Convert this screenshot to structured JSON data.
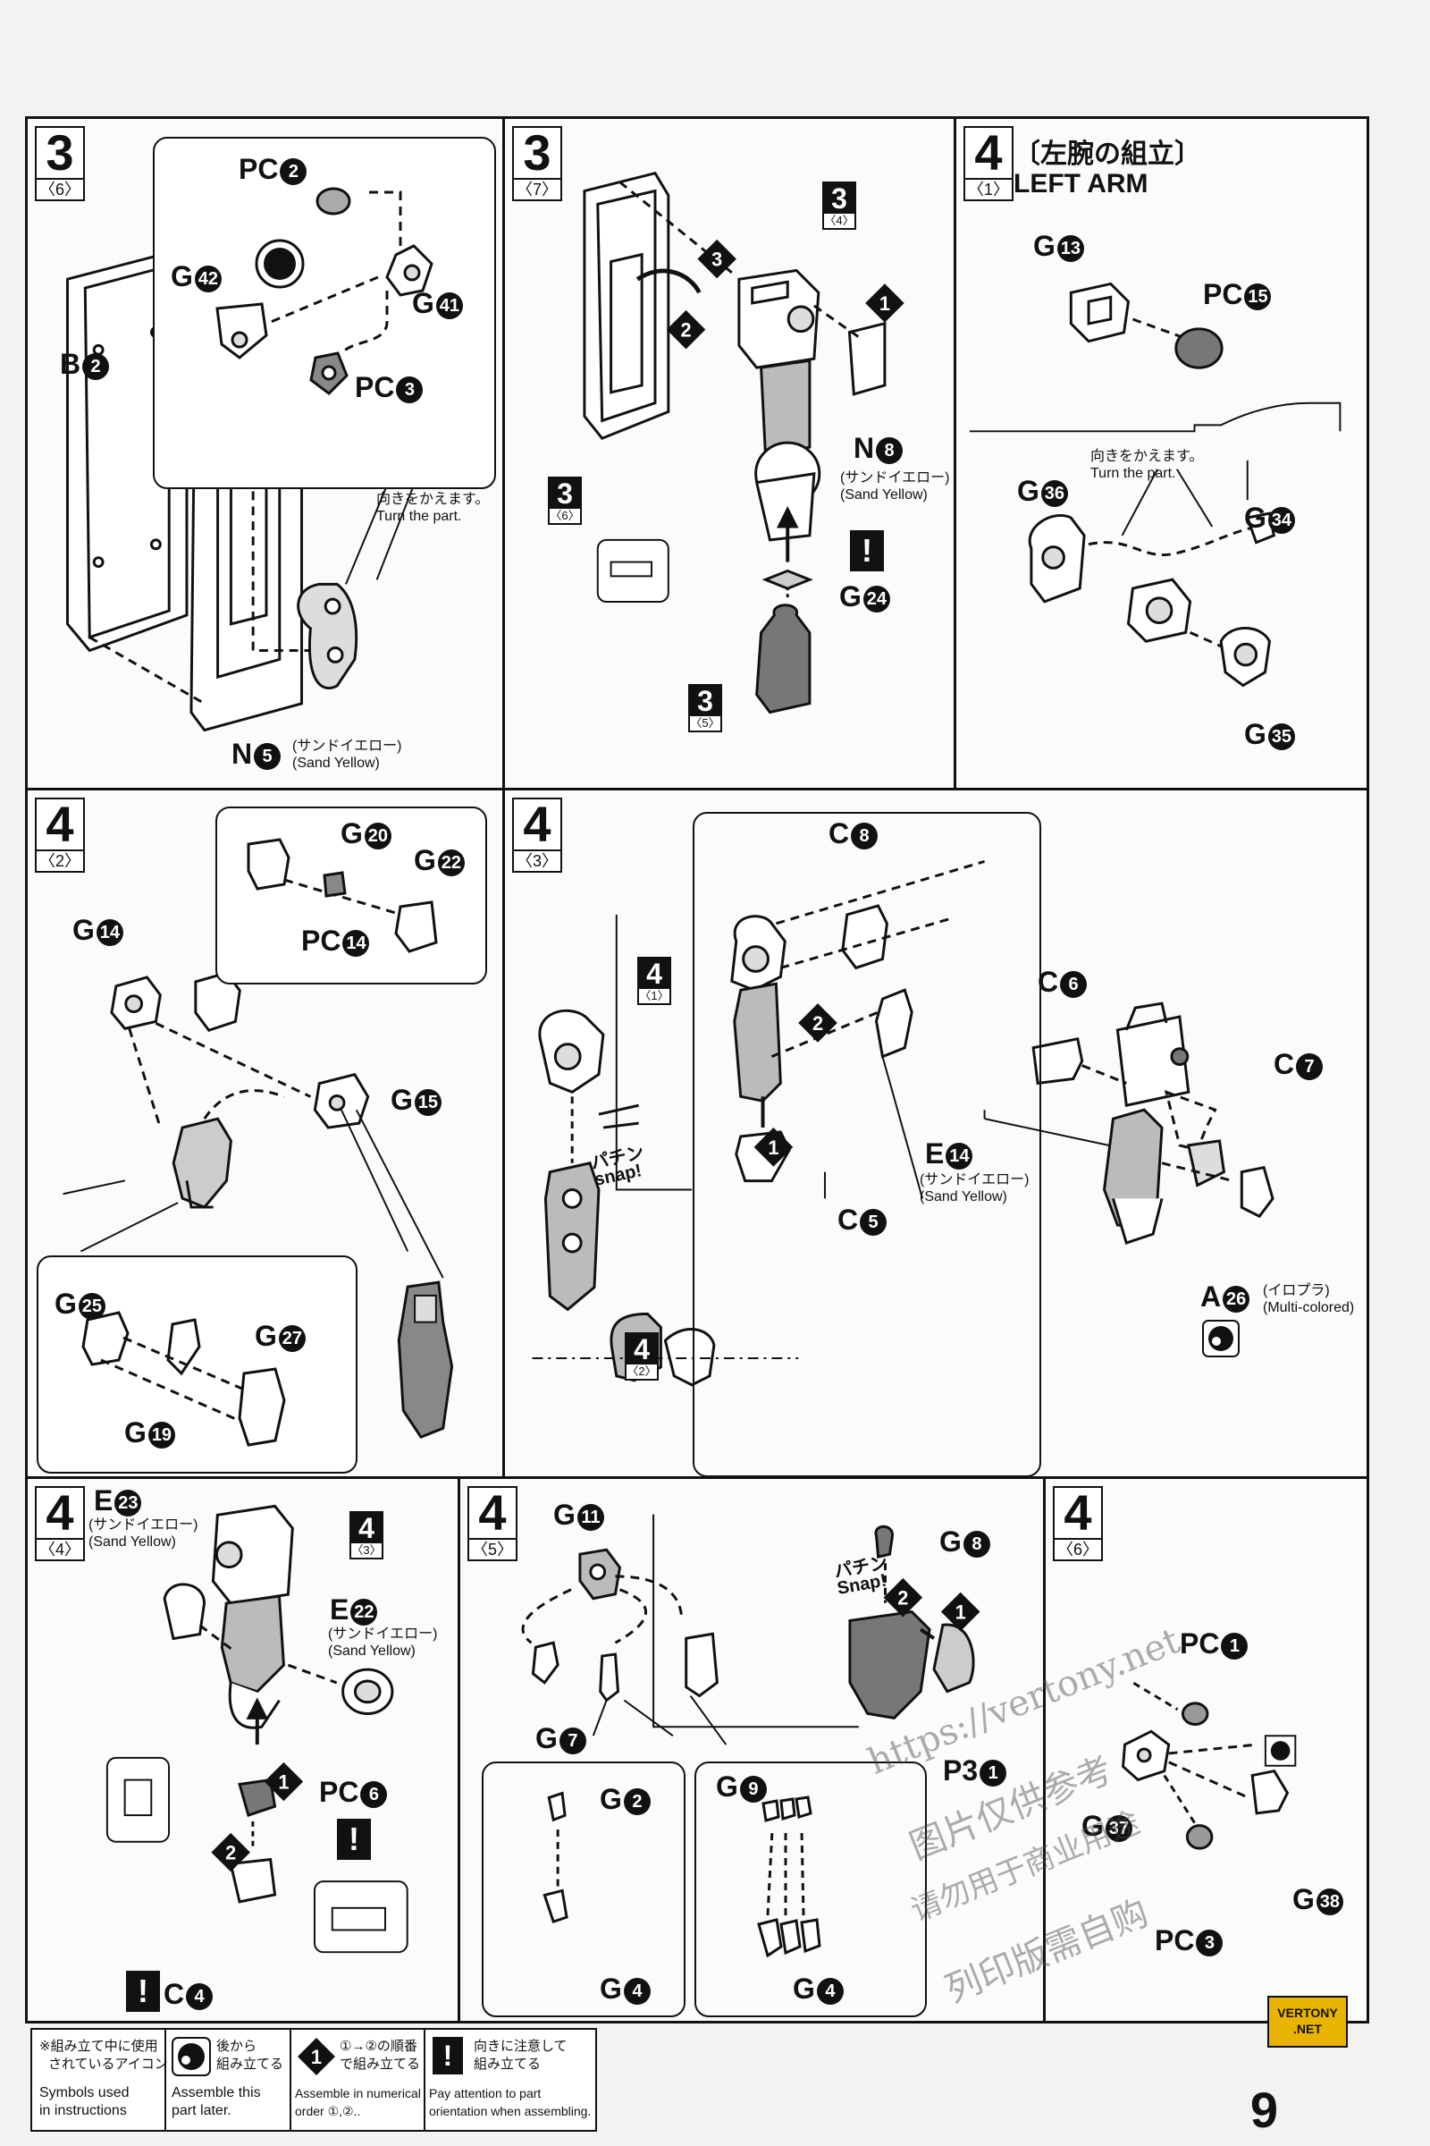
{
  "page_number": "9",
  "badge": [
    "VERTONY",
    ".NET"
  ],
  "watermark": [
    "https://vertony.net",
    "图片仅供参考",
    "请勿用于商业用途",
    "列印版需自购"
  ],
  "steps": {
    "s3_6": {
      "num": "3",
      "sub": "〈6〉",
      "labels": {
        "pc2": "PC",
        "pc2c": "2",
        "g42": "G",
        "g42c": "42",
        "g41": "G",
        "g41c": "41",
        "pc3": "PC",
        "pc3c": "3",
        "b2": "B",
        "b2c": "2",
        "n5": "N",
        "n5c": "5"
      },
      "turn_jp": "向きをかえます。",
      "turn_en": "Turn the part.",
      "n5_jp": "(サンドイエロー)",
      "n5_en": "(Sand Yellow)"
    },
    "s3_7": {
      "num": "3",
      "sub": "〈7〉",
      "refs": [
        {
          "n": "3",
          "s": "〈4〉"
        },
        {
          "n": "3",
          "s": "〈6〉"
        },
        {
          "n": "3",
          "s": "〈5〉"
        }
      ],
      "labels": {
        "n8": "N",
        "n8c": "8",
        "g24": "G",
        "g24c": "24"
      },
      "n8_jp": "(サンドイエロー)",
      "n8_en": "(Sand Yellow)",
      "order": [
        "1",
        "2",
        "3"
      ]
    },
    "s4_1": {
      "num": "4",
      "sub": "〈1〉",
      "title_jp": "〔左腕の組立〕",
      "title_en": "LEFT ARM",
      "labels": {
        "g13": "G",
        "g13c": "13",
        "pc15": "PC",
        "pc15c": "15",
        "g36": "G",
        "g36c": "36",
        "g34": "G",
        "g34c": "34",
        "g35": "G",
        "g35c": "35"
      },
      "turn_jp": "向きをかえます。",
      "turn_en": "Turn the part."
    },
    "s4_2": {
      "num": "4",
      "sub": "〈2〉",
      "labels": {
        "g20": "G",
        "g20c": "20",
        "g22": "G",
        "g22c": "22",
        "pc14": "PC",
        "pc14c": "14",
        "g14": "G",
        "g14c": "14",
        "g15": "G",
        "g15c": "15",
        "g25": "G",
        "g25c": "25",
        "g27": "G",
        "g27c": "27",
        "g19": "G",
        "g19c": "19"
      }
    },
    "s4_3": {
      "num": "4",
      "sub": "〈3〉",
      "refs": [
        {
          "n": "4",
          "s": "〈1〉"
        },
        {
          "n": "4",
          "s": "〈2〉"
        }
      ],
      "snap_jp": "パチン",
      "snap_en": "snap!",
      "labels": {
        "c8": "C",
        "c8c": "8",
        "e14": "E",
        "e14c": "14",
        "c5": "C",
        "c5c": "5",
        "c6": "C",
        "c6c": "6",
        "c7": "C",
        "c7c": "7",
        "a26": "A",
        "a26c": "26"
      },
      "e14_jp": "(サンドイエロー)",
      "e14_en": "(Sand Yellow)",
      "a26_jp": "(イロプラ)",
      "a26_en": "(Multi-colored)"
    },
    "s4_4": {
      "num": "4",
      "sub": "〈4〉",
      "refs": [
        {
          "n": "4",
          "s": "〈3〉"
        }
      ],
      "labels": {
        "e23": "E",
        "e23c": "23",
        "e22": "E",
        "e22c": "22",
        "pc6": "PC",
        "pc6c": "6",
        "c4": "C",
        "c4c": "4"
      },
      "e23_jp": "(サンドイエロー)",
      "e23_en": "(Sand Yellow)",
      "e22_jp": "(サンドイエロー)",
      "e22_en": "(Sand Yellow)"
    },
    "s4_5": {
      "num": "4",
      "sub": "〈5〉",
      "snap_jp": "パチン",
      "snap_en": "Snap!",
      "labels": {
        "g11": "G",
        "g11c": "11",
        "g8": "G",
        "g8c": "8",
        "g7": "G",
        "g7c": "7",
        "g2": "G",
        "g2c": "2",
        "g4a": "G",
        "g4ac": "4",
        "g9": "G",
        "g9c": "9",
        "g4b": "G",
        "g4bc": "4",
        "p31": "P3",
        "p31c": "1"
      }
    },
    "s4_6": {
      "num": "4",
      "sub": "〈6〉",
      "labels": {
        "pc1": "PC",
        "pc1c": "1",
        "g37": "G",
        "g37c": "37",
        "g38": "G",
        "g38c": "38",
        "pc3": "PC",
        "pc3c": "3"
      }
    }
  },
  "legend": {
    "symbols_jp": [
      "※組み立て中に使用",
      "されているアイコン"
    ],
    "symbols_en": [
      "Symbols used",
      "in instructions"
    ],
    "later_jp": [
      "後から",
      "組み立てる"
    ],
    "later_en": [
      "Assemble this",
      "part later."
    ],
    "order_jp": [
      "①→②の順番",
      "で組み立てる"
    ],
    "order_en": [
      "Assemble in numerical",
      "order ①,②.."
    ],
    "orient_jp": [
      "向きに注意して",
      "組み立てる"
    ],
    "orient_en": [
      "Pay attention to part",
      "orientation when assembling."
    ]
  }
}
